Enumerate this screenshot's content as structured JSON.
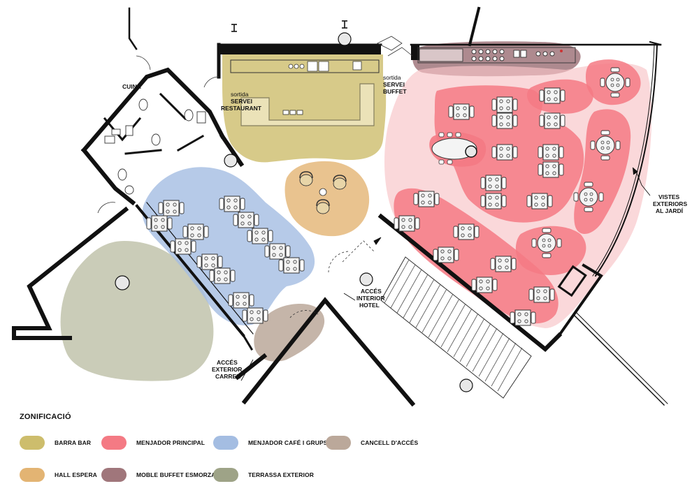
{
  "plan": {
    "labels": {
      "cuina": "CUINA",
      "sortida_restaurant": [
        "sortida",
        "SERVEI",
        "RESTAURANT"
      ],
      "sortida_buffet": [
        "sortida",
        "SERVEI",
        "BUFFET"
      ],
      "acces_interior": [
        "ACCÉS",
        "INTERIOR",
        "HOTEL"
      ],
      "acces_exterior": [
        "ACCÉS",
        "EXTERIOR",
        "CARRER"
      ],
      "vistes": [
        "VISTES",
        "EXTERIORS",
        "AL JARDÍ"
      ]
    }
  },
  "legend": {
    "title": "ZONIFICACIÓ",
    "items": [
      {
        "label": "BARRA BAR",
        "color": "#cdbd6c"
      },
      {
        "label": "MENJADOR PRINCIPAL",
        "color": "#f47a84"
      },
      {
        "label": "MENJADOR CAFÉ I GRUPS",
        "color": "#a4bde2"
      },
      {
        "label": "CANCELL D'ACCÉS",
        "color": "#bba89a"
      },
      {
        "label": "HALL ESPERA",
        "color": "#e3b473"
      },
      {
        "label": "MOBLE BUFFET ESMORZARS",
        "color": "#a0767b"
      },
      {
        "label": "TERRASSA EXTERIOR",
        "color": "#9ea387"
      }
    ]
  }
}
